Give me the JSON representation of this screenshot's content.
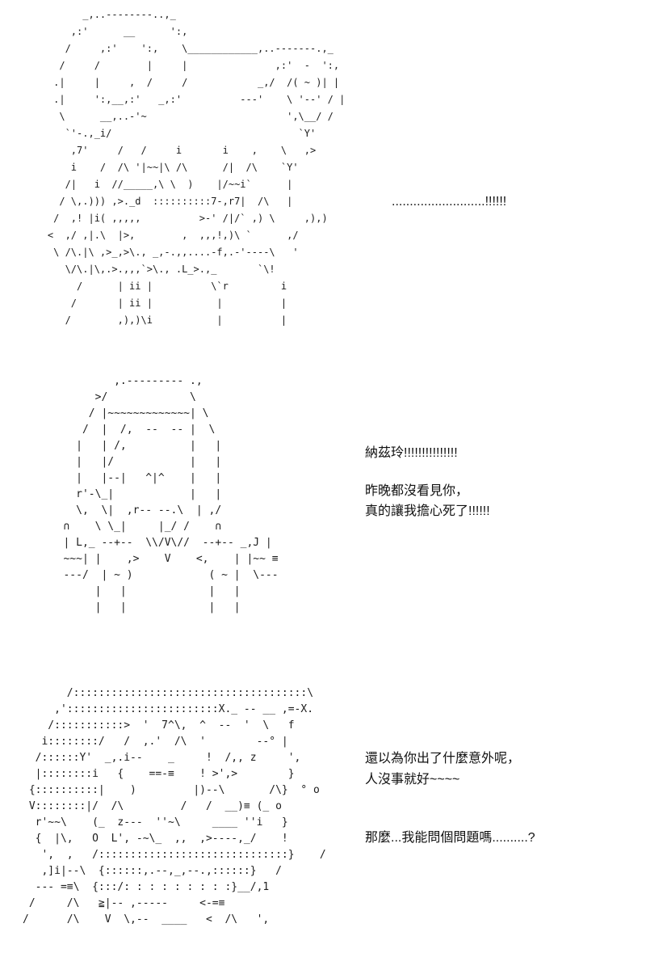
{
  "page": {
    "background": "#ffffff",
    "text_color": "#111111",
    "art_color": "#1c1c1c"
  },
  "panels": [
    {
      "name": "mouse-eared-character",
      "art": "          _,..--------..,_\n        ,:'      __      ':,\n       /     ,:'    ':,    \\____________,..-------.,_\n      /     /        |     |               ,:'  -  ':,\n     .|     |     ,  /     /            _,/  /( ~ )| |\n     .|     ':,__,:'   _,:'          ---'    \\ '--' / |\n      \\      __,..-'~                        ',\\__/ /\n       `'-.,_i/                                `Y'\n        ,7'     /   /     i       i    ,    \\   ,>\n        i    /  /\\ '|~~|\\ /\\      /|  /\\    `Y'\n       /|   i  //_____,\\ \\  )    |/~~i`      |\n      / \\,.))) ,>._d  ::::::::::7-,r7|  /\\   |\n     /  ,! |i( ,,,,,          >-' /|/` ,) \\     ,),)\n    <  ,/ ,|.\\  |>,        ,  ,,,!,)\\ `      ,/\n     \\ /\\.|\\ ,>_,>\\., _,-.,,....-f,.-'----\\   '\n       \\/\\.|\\,.>.,,,`>\\., .L_>.,_       `\\!\n         /      | ii |          \\`r         i\n        /       | ii |           |          |\n       /        ,),)\\i           |          |"
    },
    {
      "name": "smiling-character-double-thumbs-up",
      "art": "           ,.--------- .,\n        >/             \\\n       / |~~~~~~~~~~~~~| \\\n      /  |  /,  --  -- |  \\\n     |   | /,          |   |\n     |   |/            |   |\n     |   |--|   ^|^    |   |\n     r'-\\_|            |   |\n     \\,  \\|  ,r-- --.\\  | ,/\n   ∩    \\ \\_|     |_/ /    ∩\n   | L,_ --+--  \\\\/V\\//  --+-- _,J |\n   ~~~| |    ,>    V    <,    | |~~ ≡\n   ---/  | ~ )            ( ~ |  \\---\n        |   |             |   |\n        |   |             |   |"
    },
    {
      "name": "reclining-sleepy-character",
      "art": "       /:::::::::::::::::::::::::::::::::::::\\\n     ,'::::::::::::::::::::::::X._ -- __ ,=-X.\n    /:::::::::::>  '  7^\\,  ^  --  '  \\   f\n   i::::::::/   /  ,.'  /\\  '        --° |\n  /::::::Y'  _,.i--    _     !  /,, z     ',\n  |::::::::i   {    ==-≡    ! >',>        }\n {::::::::::|    )         |)--\\       /\\}  ° o\n V::::::::|/  /\\         /   /  __)≡ (_ o\n  r'~~\\    (_  z---  ''~\\     ____ ''i   }\n  {  |\\,   O  L', -~\\_  ,,  ,>----,_/    !\n   ',  ,   /::::::::::::::::::::::::::::::}    /\n   ,]i|--\\  {::::::,.--,_,--.,::::::}   /\n  --- =≡\\  {:::/: : : : : : : : :}__/,1\n /     /\\   ≧|-- ,-----     <-=≡\n/      /\\    V  \\,--  ____   <  /\\   ',"
    }
  ],
  "dialogues": [
    {
      "lines": [
        "..........................!!!!!!"
      ]
    },
    {
      "lines": [
        "納茲玲!!!!!!!!!!!!!!!",
        "昨晚都沒看見你，",
        "真的讓我擔心死了!!!!!!"
      ]
    },
    {
      "lines": [
        "還以為你出了什麼意外呢，",
        "人沒事就好~~~~",
        "那麼...我能問個問題嗎..........?"
      ]
    }
  ]
}
